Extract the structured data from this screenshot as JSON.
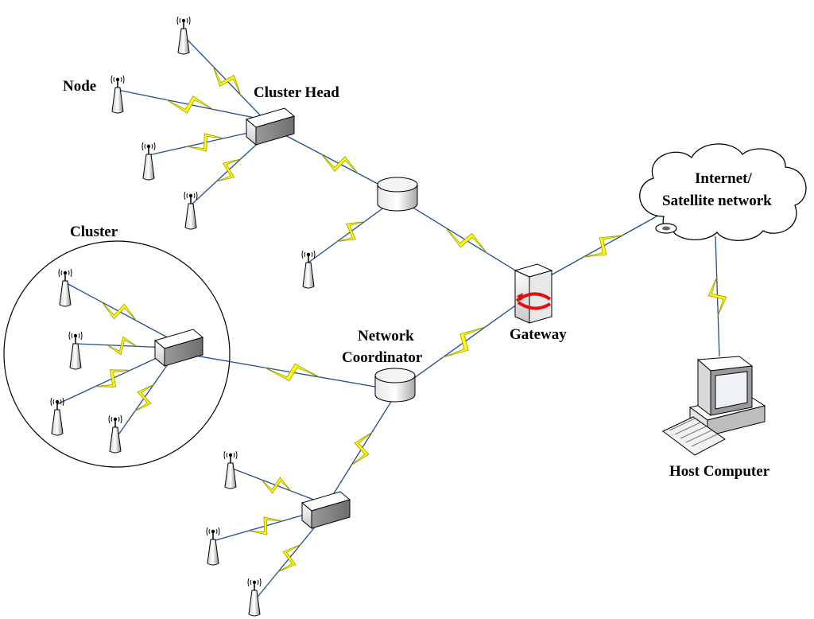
{
  "labels": {
    "node": "Node",
    "cluster_head": "Cluster Head",
    "cluster": "Cluster",
    "network_coordinator_line1": "Network",
    "network_coordinator_line2": "Coordinator",
    "gateway": "Gateway",
    "internet_line1": "Internet/",
    "internet_line2": "Satellite network",
    "host_computer": "Host Computer"
  },
  "colors": {
    "link_blue": "#1f4e8c",
    "lightning_fill": "#ffff00",
    "lightning_stroke": "#9a9a00",
    "device_light": "#f2f2f2",
    "device_dark": "#9a9a9a",
    "gateway_arrow": "#e01010"
  },
  "icons": [
    "sensor-node-icon",
    "cluster-head-icon",
    "router-icon",
    "gateway-server-icon",
    "cloud-icon",
    "host-computer-icon"
  ]
}
